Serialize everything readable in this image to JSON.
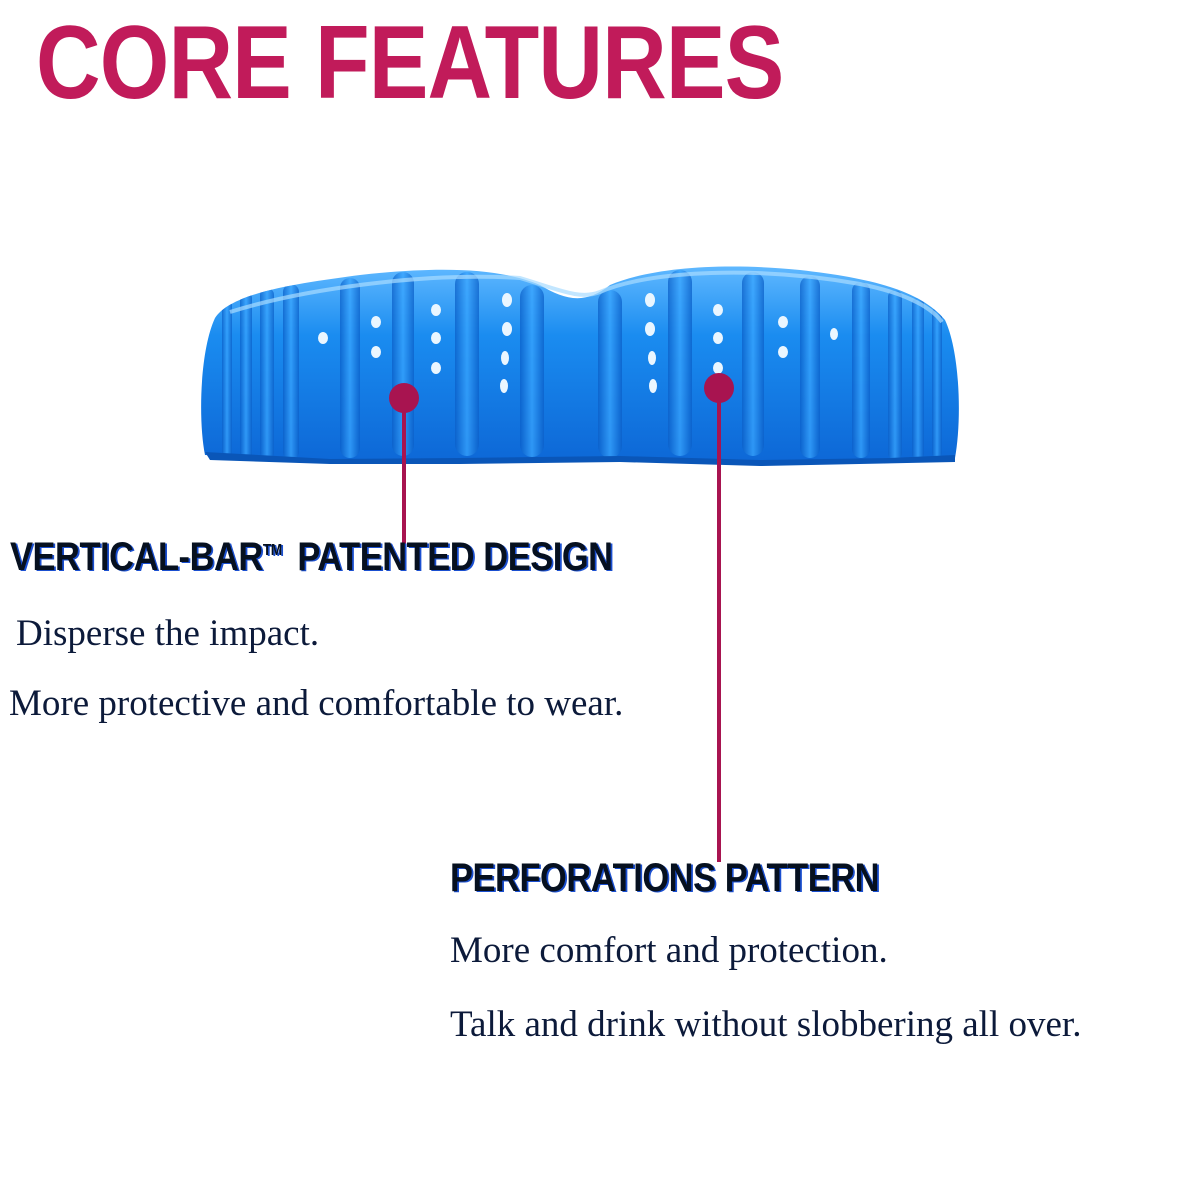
{
  "title": "CORE FEATURES",
  "colors": {
    "accent": "#c11b5a",
    "product": "#1a8cf0",
    "text": "#0c1a3a"
  },
  "features": [
    {
      "heading": "VERTICAL-BAR",
      "trademark": "TM",
      "heading_rest": "PATENTED DESIGN",
      "lines": [
        "Disperse the impact.",
        "More protective and comfortable to wear."
      ]
    },
    {
      "heading": "PERFORATIONS PATTERN",
      "lines": [
        "More comfort and protection.",
        "Talk and drink without slobbering all over."
      ]
    }
  ]
}
